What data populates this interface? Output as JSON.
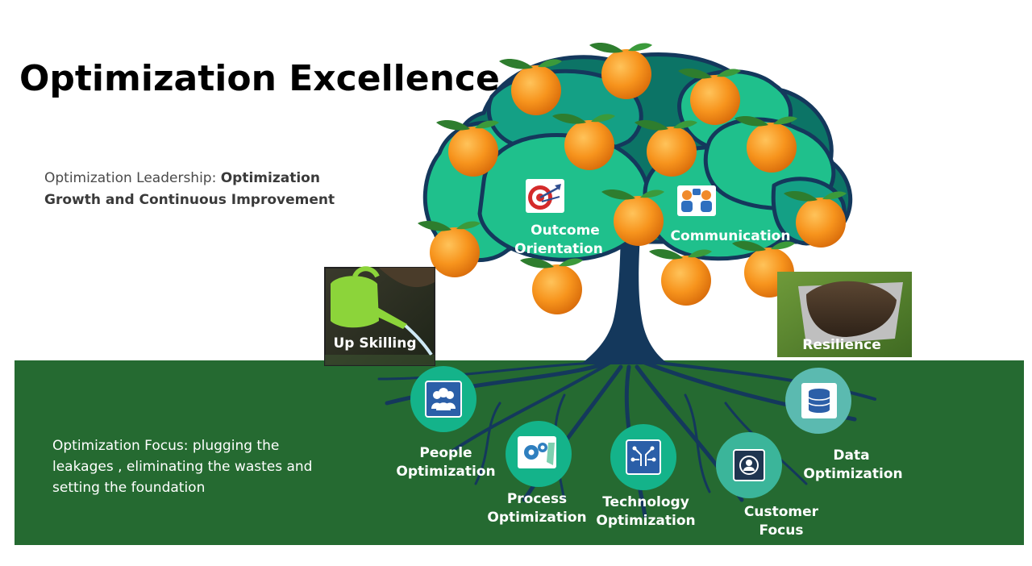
{
  "title": "Optimization Excellence",
  "leadership": {
    "label": "Optimization Leadership:",
    "value": "Optimization Growth and Continuous Improvement"
  },
  "focus": {
    "label": "Optimization Focus:",
    "value": "plugging the leakages , eliminating the wastes and setting the foundation"
  },
  "branches": [
    {
      "line1": "Outcome",
      "line2": "Orientation",
      "icon": "target-icon"
    },
    {
      "line1": "Communication",
      "line2": "",
      "icon": "communication-icon"
    }
  ],
  "side_images": [
    {
      "label": "Up Skilling",
      "icon": "watering-can-icon"
    },
    {
      "label": "Resilience",
      "icon": "soil-shovel-icon"
    }
  ],
  "roots": [
    {
      "line1": "People",
      "line2": "Optimization",
      "icon": "people-icon"
    },
    {
      "line1": "Process",
      "line2": "Optimization",
      "icon": "gears-icon"
    },
    {
      "line1": "Technology",
      "line2": "Optimization",
      "icon": "circuit-icon"
    },
    {
      "line1": "Customer",
      "line2": "Focus",
      "icon": "customer-icon"
    },
    {
      "line1": "Data",
      "line2": "Optimization",
      "icon": "database-icon"
    }
  ],
  "colors": {
    "ground": "#256a31",
    "canopy_dark": "#0c7466",
    "canopy_light": "#1fc08c",
    "trunk": "#14385c",
    "orange": "#f7941d",
    "root_circle": "#14b38a"
  }
}
